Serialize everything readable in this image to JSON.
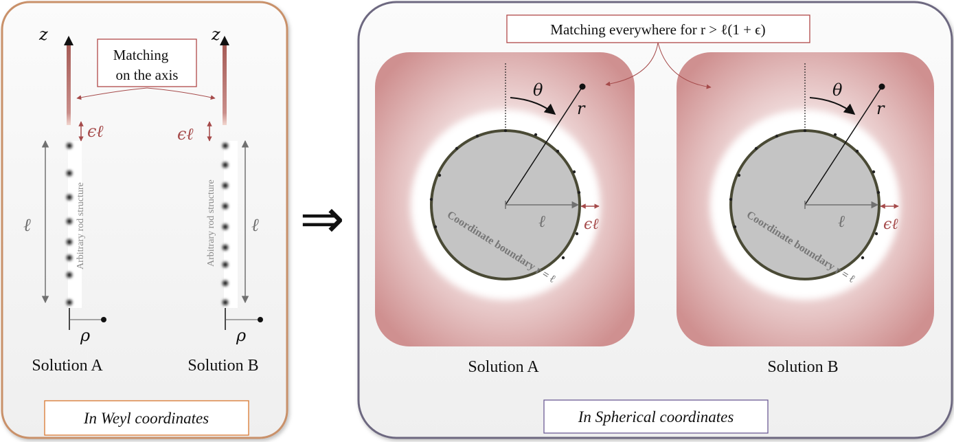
{
  "left_panel": {
    "caption": "In Weyl coordinates",
    "matching_box": {
      "line1": "Matching",
      "line2": "on the axis"
    },
    "solution_a": {
      "title": "Solution A",
      "z_label": "z",
      "rho_label": "ρ",
      "eps_label": "ϵℓ",
      "length_label": "ℓ",
      "rod_label": "Arbitrary rod structure"
    },
    "solution_b": {
      "title": "Solution B",
      "z_label": "z",
      "rho_label": "ρ",
      "eps_label": "ϵℓ",
      "length_label": "ℓ",
      "rod_label": "Arbitrary rod structure"
    }
  },
  "implies_symbol": "⇒",
  "right_panel": {
    "caption": "In Spherical coordinates",
    "matching_box": "Matching everywhere for r > ℓ(1 + ϵ)",
    "solution_a": {
      "title": "Solution A",
      "theta_label": "θ",
      "r_label": "r",
      "radius_label": "ℓ",
      "eps_label": "ϵℓ",
      "boundary_label": "Coordinate boundary r = ℓ"
    },
    "solution_b": {
      "title": "Solution B",
      "theta_label": "θ",
      "r_label": "r",
      "radius_label": "ℓ",
      "eps_label": "ϵℓ",
      "boundary_label": "Coordinate boundary r = ℓ"
    }
  },
  "colors": {
    "left_border": "#c9916b",
    "right_border": "#6d6880",
    "panel_fill": "#f6f6f6",
    "accent_red": "#a54a4a",
    "box_border_red": "#b04848",
    "caption_box_left": "#d9772e",
    "caption_box_right": "#6b5b95",
    "disc_fill": "#c4c4c4",
    "disc_border": "#4a4a35",
    "pink_outer": "#d29a9a",
    "grey_arrow": "#707070",
    "text_dark": "#111111",
    "rod_label_color": "#8a8a8a"
  }
}
